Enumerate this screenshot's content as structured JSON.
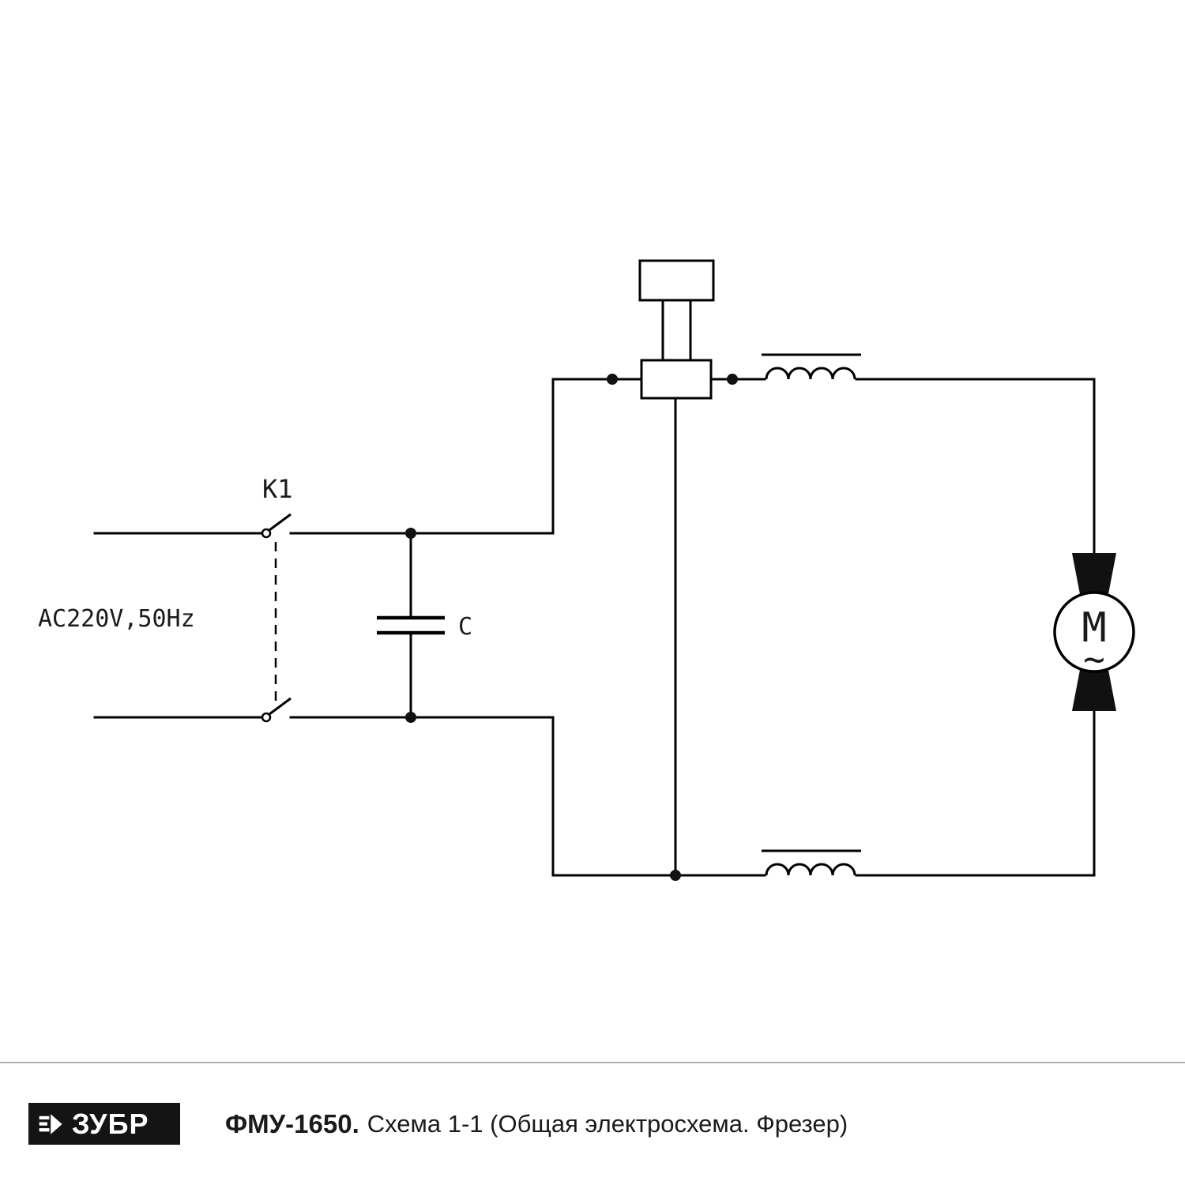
{
  "diagram": {
    "source_label": "AC220V,50Hz",
    "switch_label": "K1",
    "capacitor_label": "C",
    "motor_letter": "M",
    "motor_wave": "~"
  },
  "footer": {
    "brand": "ЗУБР",
    "logo_icon": "zubr-brand-mark",
    "model": "ФМУ-1650.",
    "title": "Схема 1-1 (Общая электросхема. Фрезер)"
  },
  "colors": {
    "line": "#000000",
    "fill_dark": "#111111",
    "footer_divider": "#b0b0b0",
    "logo_bg": "#141414"
  }
}
